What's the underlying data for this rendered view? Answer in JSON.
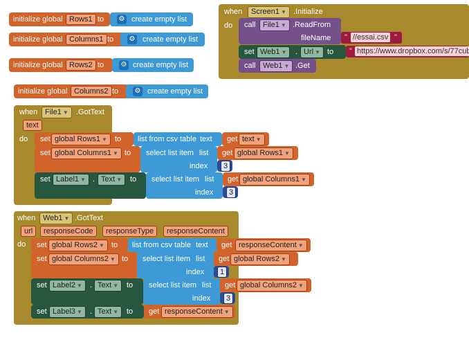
{
  "globals": [
    {
      "keyword": "initialize global",
      "name": "Rows1",
      "to": "to",
      "value": "create empty list"
    },
    {
      "keyword": "initialize global",
      "name": "Columns1",
      "to": "to",
      "value": "create empty list"
    },
    {
      "keyword": "initialize global",
      "name": "Rows2",
      "to": "to",
      "value": "create empty list"
    },
    {
      "keyword": "initialize global",
      "name": "Columns2",
      "to": "to",
      "value": "create empty list"
    }
  ],
  "screen_event": {
    "when": "when",
    "component": "Screen1",
    "event": ".Initialize",
    "do": "do",
    "call1": {
      "call": "call",
      "component": "File1",
      "method": ".ReadFrom",
      "param": "fileName",
      "value": "//essai.csv"
    },
    "set1": {
      "set": "set",
      "component": "Web1",
      "property": "Url",
      "to": "to",
      "value": "https://www.dropbox.com/s/77cub"
    },
    "call2": {
      "call": "call",
      "component": "Web1",
      "method": ".Get"
    }
  },
  "file_event": {
    "when": "when",
    "component": "File1",
    "event": ".GotText",
    "param": "text",
    "do": "do",
    "set1": {
      "set": "set",
      "var": "global Rows1",
      "to": "to",
      "func": "list from csv table",
      "arg": "text",
      "get": "get",
      "getvar": "text"
    },
    "set2": {
      "set": "set",
      "var": "global Columns1",
      "to": "to",
      "func": "select list item",
      "list": "list",
      "get": "get",
      "getvar": "global Rows1",
      "index": "index",
      "num": "3"
    },
    "set3": {
      "set": "set",
      "component": "Label1",
      "property": "Text",
      "to": "to",
      "func": "select list item",
      "list": "list",
      "get": "get",
      "getvar": "global Columns1",
      "index": "index",
      "num": "3"
    }
  },
  "web_event": {
    "when": "when",
    "component": "Web1",
    "event": ".GotText",
    "params": [
      "url",
      "responseCode",
      "responseType",
      "responseContent"
    ],
    "do": "do",
    "set1": {
      "set": "set",
      "var": "global Rows2",
      "to": "to",
      "func": "list from csv table",
      "arg": "text",
      "get": "get",
      "getvar": "responseContent"
    },
    "set2": {
      "set": "set",
      "var": "global Columns2",
      "to": "to",
      "func": "select list item",
      "list": "list",
      "get": "get",
      "getvar": "global Rows2",
      "index": "index",
      "num": "1"
    },
    "set3": {
      "set": "set",
      "component": "Label2",
      "property": "Text",
      "to": "to",
      "func": "select list item",
      "list": "list",
      "get": "get",
      "getvar": "global Columns2",
      "index": "index",
      "num": "3"
    },
    "set4": {
      "set": "set",
      "component": "Label3",
      "property": "Text",
      "to": "to",
      "get": "get",
      "getvar": "responseContent"
    }
  },
  "colors": {
    "orange": "#d1632b",
    "blue": "#3d9ad6",
    "gold": "#a8892c",
    "purple": "#76508a",
    "green": "#27573f",
    "navy": "#2c4c94",
    "maroon": "#9e1a3f"
  },
  "icons": {
    "list-gear": "gear-icon",
    "dropdown": "chevron-down-icon"
  }
}
